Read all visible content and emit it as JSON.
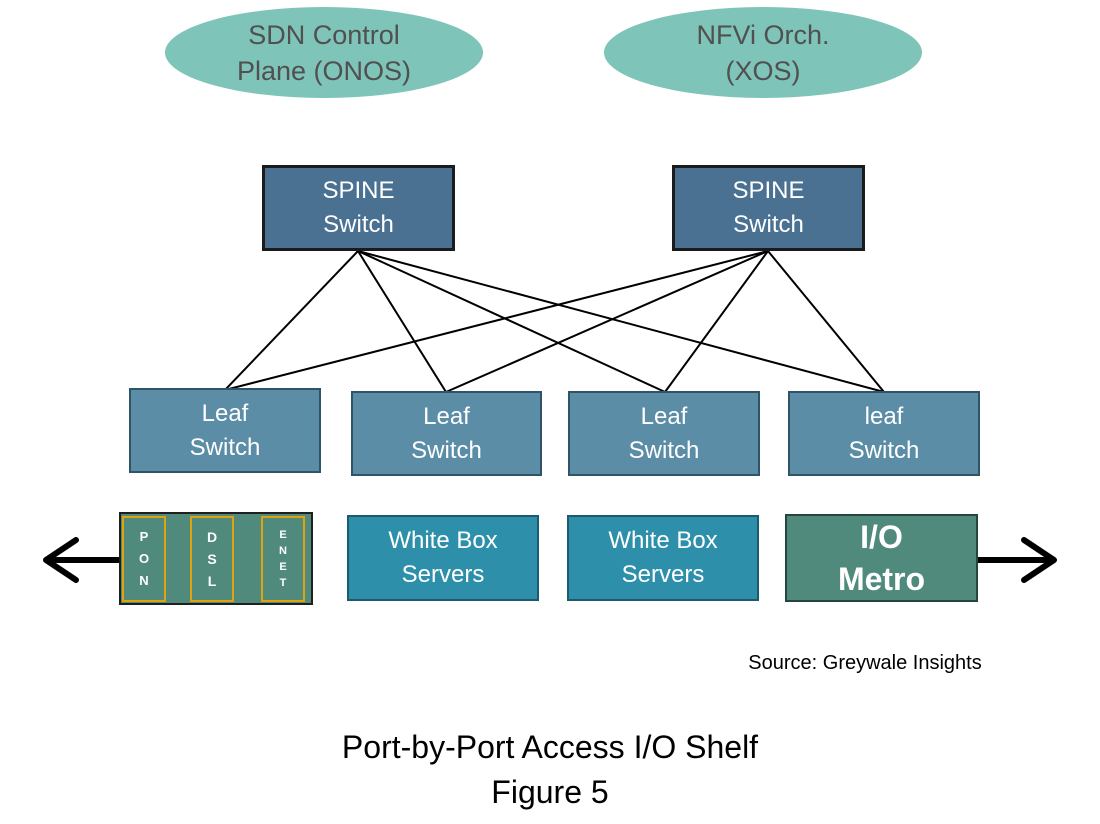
{
  "controllers": [
    {
      "lines": [
        "SDN Control",
        "Plane (ONOS)"
      ]
    },
    {
      "lines": [
        "NFVi Orch.",
        "(XOS)"
      ]
    }
  ],
  "spines": [
    {
      "lines": [
        "SPINE",
        "Switch"
      ]
    },
    {
      "lines": [
        "SPINE",
        "Switch"
      ]
    }
  ],
  "leaves": [
    {
      "lines": [
        "Leaf",
        "Switch"
      ]
    },
    {
      "lines": [
        "Leaf",
        "Switch"
      ]
    },
    {
      "lines": [
        "Leaf",
        "Switch"
      ]
    },
    {
      "lines": [
        "leaf",
        "Switch"
      ]
    }
  ],
  "access_shelf": {
    "ports": [
      {
        "letters": [
          "P",
          "O",
          "N"
        ]
      },
      {
        "letters": [
          "D",
          "S",
          "L"
        ]
      },
      {
        "letters": [
          "E",
          "N",
          "E",
          "T"
        ]
      }
    ]
  },
  "servers": [
    {
      "lines": [
        "White Box",
        "Servers"
      ]
    },
    {
      "lines": [
        "White Box",
        "Servers"
      ]
    }
  ],
  "metro": {
    "lines": [
      "I/O",
      "Metro"
    ]
  },
  "source": "Source: Greywale Insights",
  "caption": {
    "line1": "Port-by-Port Access I/O Shelf",
    "line2": "Figure 5"
  },
  "colors": {
    "controller_fill": "#7fc4b8",
    "spine_fill": "#4a7192",
    "leaf_fill": "#5b8ea6",
    "server_fill": "#2e8fab",
    "shelf_fill": "#4f8a7c",
    "port_border": "#e0a20e"
  }
}
